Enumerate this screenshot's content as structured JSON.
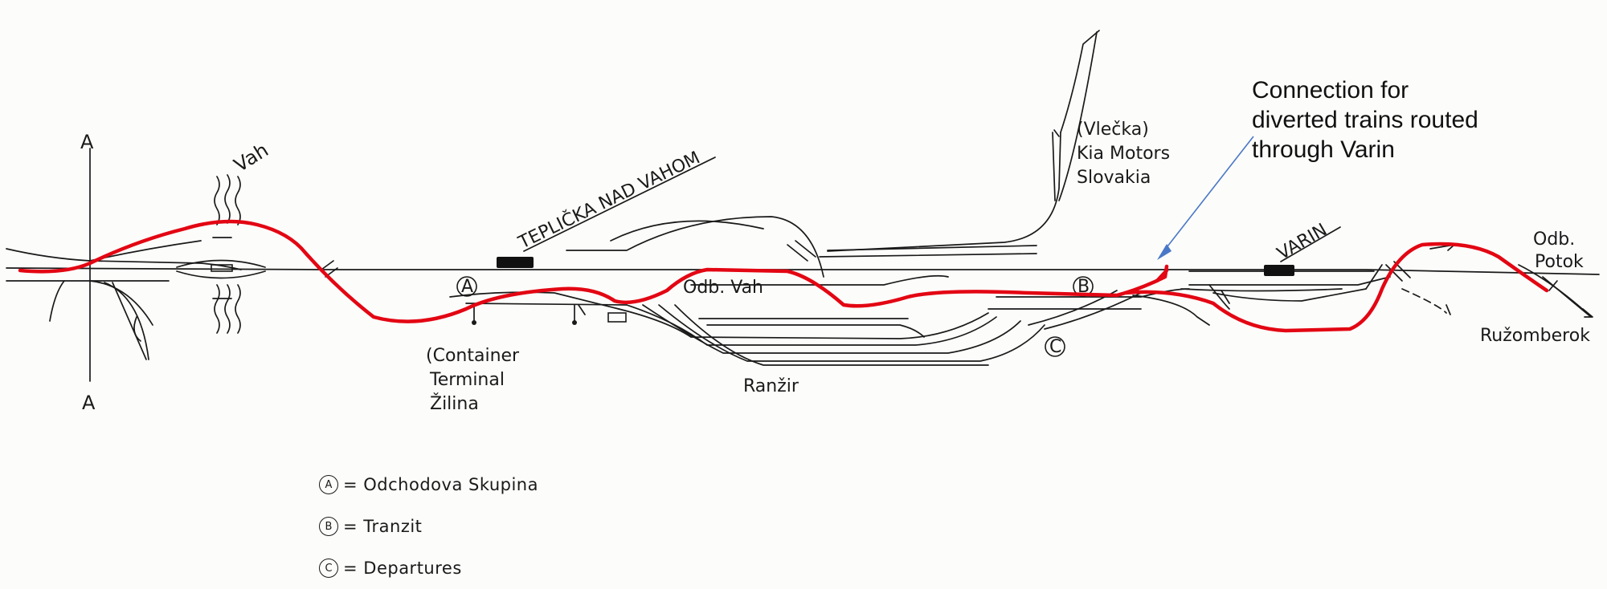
{
  "callout": {
    "lines": [
      "Connection for",
      "diverted trains routed",
      "through Varin"
    ],
    "arrow_color": "#4a78c8"
  },
  "labels": {
    "section_top": "A",
    "section_bottom": "A",
    "river": "Vah",
    "teplicka": "TEPLIČKA NAD VAHOM",
    "odb_vah": "Odb. Vah",
    "container_1": "(Container",
    "container_2": "Terminal",
    "container_3": "Žilina",
    "ranzir": "Ranžir",
    "vlecka_1": "(Vlečka)",
    "vlecka_2": "Kia Motors",
    "vlecka_3": "Slovakia",
    "varin": "VARIN",
    "odb_potok_1": "Odb.",
    "odb_potok_2": "Potok",
    "ruzomberok": "Ružomberok",
    "marker_a": "A",
    "marker_b": "B",
    "marker_c": "C"
  },
  "legend": [
    {
      "symbol": "A",
      "text": "= Odchodova Skupina"
    },
    {
      "symbol": "B",
      "text": "= Tranzit"
    },
    {
      "symbol": "C",
      "text": "= Departures"
    }
  ],
  "colors": {
    "ink": "#1a1a1a",
    "route": "#e30613",
    "arrow": "#4a78c8",
    "paper": "#fcfcfa"
  }
}
